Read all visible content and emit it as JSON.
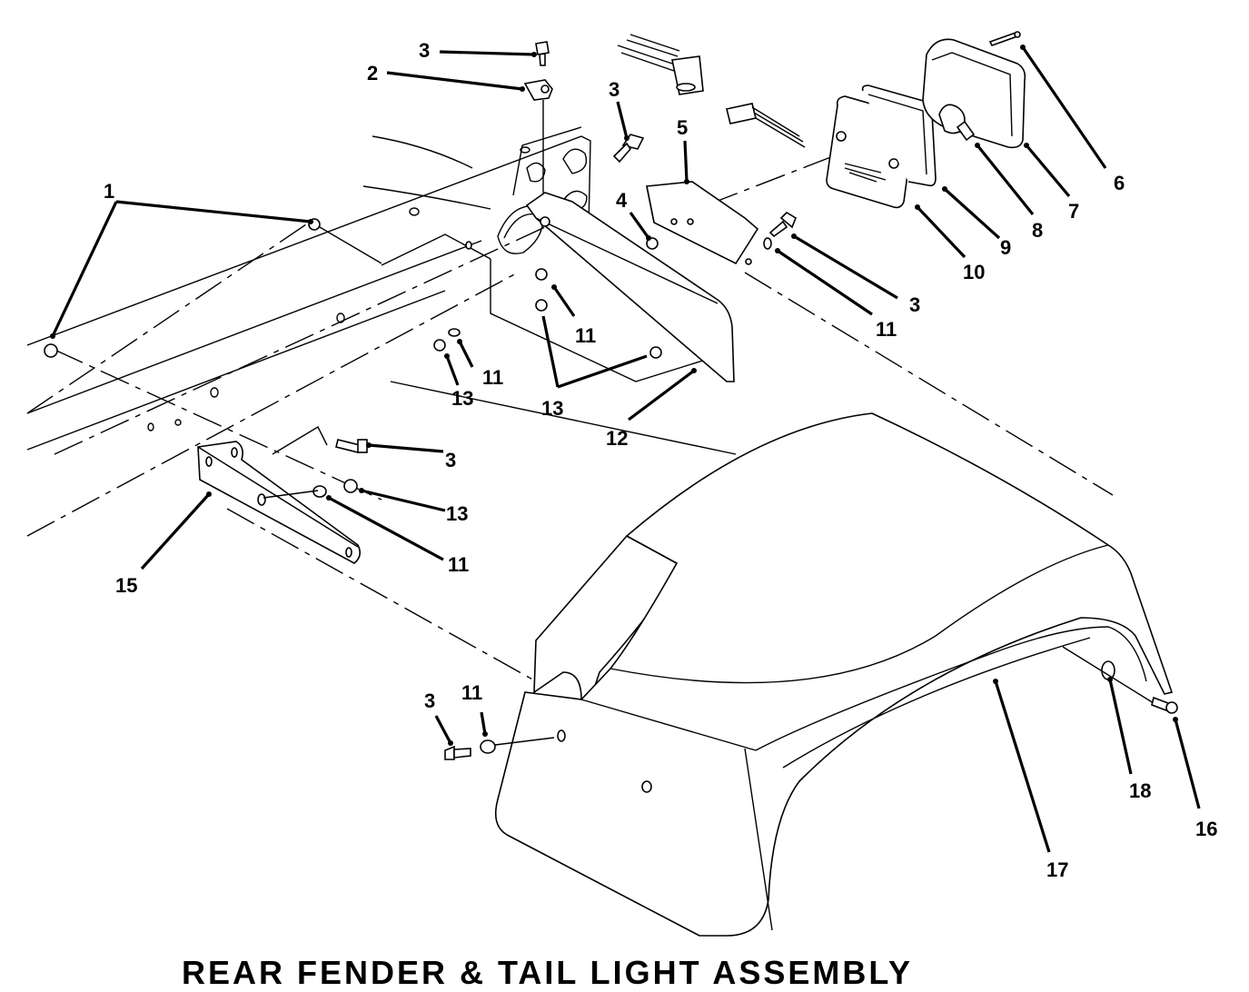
{
  "title": "REAR FENDER & TAIL LIGHT ASSEMBLY",
  "callouts": {
    "c1": "1",
    "c2": "2",
    "c3a": "3",
    "c3b": "3",
    "c3c": "3",
    "c3d": "3",
    "c3e": "3",
    "c4": "4",
    "c5": "5",
    "c6": "6",
    "c7": "7",
    "c8": "8",
    "c9": "9",
    "c10": "10",
    "c11a": "11",
    "c11b": "11",
    "c11c": "11",
    "c11d": "11",
    "c11e": "11",
    "c12": "12",
    "c13a": "13",
    "c13b": "13",
    "c13c": "13",
    "c15": "15",
    "c16": "16",
    "c17": "17",
    "c18": "18"
  }
}
